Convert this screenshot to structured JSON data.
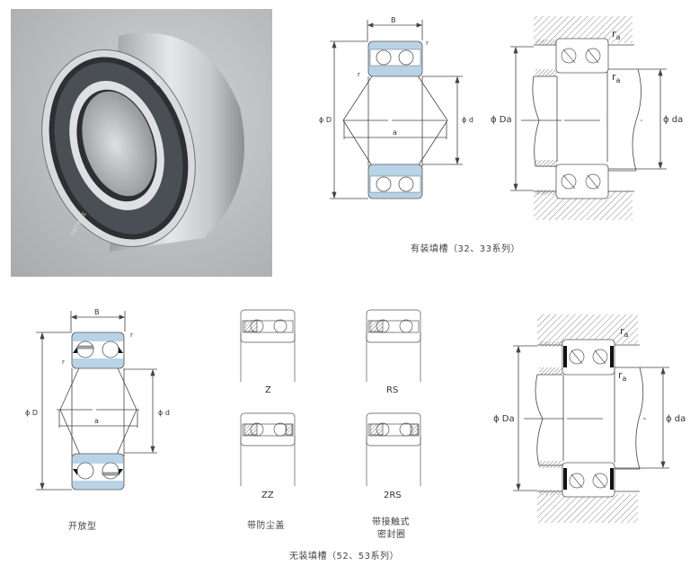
{
  "photo": {
    "alt": "Double row angular contact ball bearing photo",
    "brand_marking": "OEPECE",
    "model_marking": "3208-2RS"
  },
  "colors": {
    "ring_fill": "#b9d3e6",
    "hatch": "#888888",
    "line": "#444444",
    "seal": "#111111",
    "photo_bg": "#b7b8ba"
  },
  "top_section": {
    "caption": "有装填槽（32、33系列）",
    "bearing_diagram": {
      "labels": {
        "width": "B",
        "outer_dia": "ϕ D",
        "inner_dia": "ϕ d",
        "spread": "a",
        "radius_top": "r",
        "radius_inner": "r"
      }
    },
    "mounting_diagram": {
      "labels": {
        "ra_top": "r",
        "ra_top_sub": "a",
        "ra_mid": "r",
        "ra_mid_sub": "a",
        "housing_dia": "ϕ Da",
        "shaft_dia": "ϕ da"
      }
    }
  },
  "bottom_section": {
    "caption": "无装填槽（52、53系列）",
    "open_type": {
      "label": "开放型",
      "labels": {
        "width": "B",
        "outer_dia": "ϕ D",
        "inner_dia": "ϕ d",
        "spread": "a",
        "radius_top": "r",
        "radius_inner": "r"
      }
    },
    "variants": [
      {
        "code": "Z",
        "description": ""
      },
      {
        "code": "RS",
        "description": ""
      },
      {
        "code": "ZZ",
        "description": "带防尘盖"
      },
      {
        "code": "2RS",
        "description_line1": "带接触式",
        "description_line2": "密封圈"
      }
    ],
    "mounting_diagram": {
      "labels": {
        "ra_top": "r",
        "ra_top_sub": "a",
        "ra_mid": "r",
        "ra_mid_sub": "a",
        "housing_dia": "ϕ Da",
        "shaft_dia": "ϕ da"
      }
    }
  }
}
